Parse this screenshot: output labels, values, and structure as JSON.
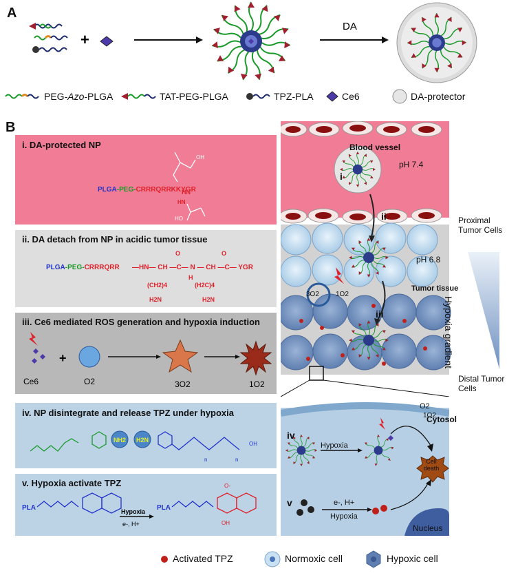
{
  "section_a": {
    "letter": "A",
    "arrow_label": "DA",
    "legend": [
      {
        "label": "PEG-Azo-PLGA",
        "icon": "peg-azo-plga-chain-icon"
      },
      {
        "label": "TAT-PEG-PLGA",
        "icon": "tat-peg-plga-chain-icon"
      },
      {
        "label": "TPZ-PLA",
        "icon": "tpz-pla-chain-icon"
      },
      {
        "label": "Ce6",
        "icon": "ce6-diamond-icon"
      },
      {
        "label": "DA-protector",
        "icon": "da-protector-sphere-icon"
      }
    ]
  },
  "section_b": {
    "letter": "B",
    "panels": [
      {
        "title": "i. DA-protected NP",
        "color": "#f07c95"
      },
      {
        "title": "ii. DA detach from NP in acidic tumor tissue",
        "color": "#dedede"
      },
      {
        "title": "iii. Ce6 mediated ROS generation and hypoxia induction",
        "color": "#b8b8b8"
      },
      {
        "title": "iv. NP disintegrate and release TPZ  under hypoxia",
        "color": "#bcd3e6"
      },
      {
        "title": "v. Hypoxia activate TPZ",
        "color": "#bcd3e6"
      }
    ],
    "panel1_formula": {
      "plga": "PLGA",
      "peg": "-PEG-",
      "peptide": "CRRRQRRKKYGR",
      "hn": "HN",
      "oh": "OH"
    },
    "panel2_formula": {
      "plga": "PLGA",
      "peg": "-PEG-",
      "peptide": "CRRRQRR",
      "chain": "—HN— CH —C— N — CH —C— YGR",
      "h2n": "H2N",
      "ch2": "(CH2)4"
    },
    "panel3": {
      "ce6": "Ce6",
      "o2": "O2",
      "triplet": "3O2",
      "singlet": "1O2",
      "plus": "+"
    },
    "panel4": {
      "nh2": "NH2",
      "h2n": "H2N"
    },
    "panel5": {
      "pla": "PLA",
      "hypoxia": "Hypoxia",
      "conditions": "e-, H+"
    },
    "right_top": {
      "blood_vessel": "Blood vessel",
      "ph_blood": "pH 7.4",
      "ph_tumor": "pH 6.8",
      "tumor_tissue": "Tumor tissue",
      "proximal": "Proximal Tumor Cells",
      "distal": "Distal Tumor Cells",
      "hypoxia_gradient": "Hypoxia gradient",
      "step_i": "i",
      "step_ii": "ii",
      "step_iii": "iii",
      "o2_3": "3O2",
      "o2_1": "1O2"
    },
    "right_bottom": {
      "cytosol": "Cytosol",
      "step_iv": "iv",
      "step_v": "v",
      "hypoxia_iv": "Hypoxia",
      "hypoxia_v": "Hypoxia",
      "conditions": "e-, H+",
      "o2": "O2",
      "singlet": "1O2",
      "cell_death": "Cell death",
      "nucleus": "Nucleus"
    },
    "bottom_legend": [
      {
        "label": "Activated TPZ",
        "icon": "activated-tpz-dot-icon"
      },
      {
        "label": "Normoxic cell",
        "icon": "normoxic-cell-icon"
      },
      {
        "label": "Hypoxic cell",
        "icon": "hypoxic-cell-icon"
      }
    ]
  },
  "colors": {
    "pink": "#f07c95",
    "red": "#e0202a",
    "green": "#1a9a2a",
    "blue": "#2233cc",
    "navy": "#1d2a6b",
    "ce6": "#4b3aa8",
    "cell_light": "#c9e1f3",
    "cell_dark": "#5f7fb0"
  }
}
